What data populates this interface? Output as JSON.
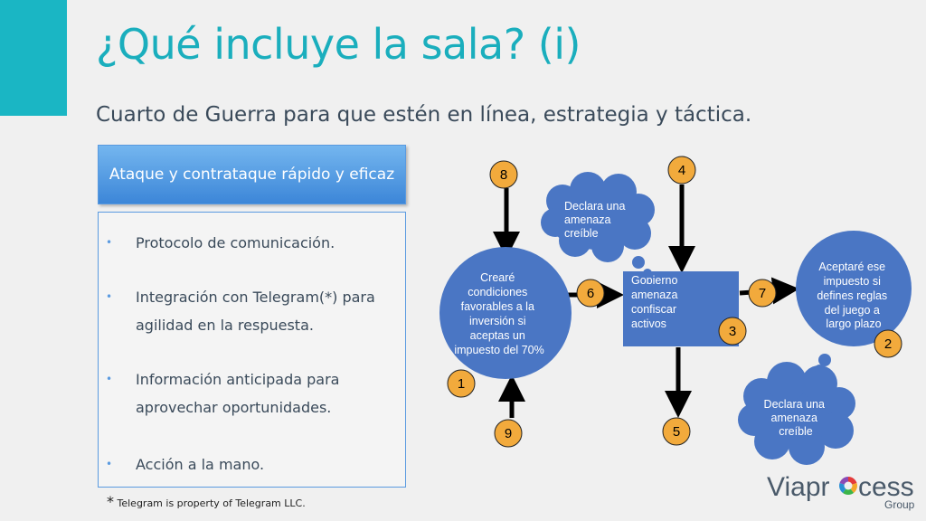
{
  "slide": {
    "title": "¿Qué incluye la sala? (i)",
    "subtitle": "Cuarto de Guerra para que estén en línea, estrategia y táctica.",
    "accent_color": "#1ab6c4",
    "header_box": "Ataque y contrataque rápido y eficaz",
    "bullets": [
      "Protocolo de comunicación.",
      "Integración con Telegram(*) para agilidad en la respuesta.",
      "Información anticipada para aprovechar oportunidades.",
      "Acción a la mano."
    ],
    "footnote_star": "*",
    "footnote": "Telegram is property of Telegram LLC."
  },
  "diagram": {
    "node_color": "#4a76c4",
    "number_badge_color": "#f2aa3c",
    "left_circle_lines": [
      "Crearé",
      "condiciones",
      "favorables a la",
      "inversión si",
      "aceptas un",
      "impuesto del 70%"
    ],
    "center_box_lines": [
      "Gobierno",
      "amenaza",
      "confiscar",
      "activos"
    ],
    "right_circle_lines": [
      "Aceptaré ese",
      "impuesto si",
      "defines reglas",
      "del juego a",
      "largo plazo"
    ],
    "thought_top_lines": [
      "Declara una",
      "amenaza",
      "creíble"
    ],
    "thought_bottom_lines": [
      "Declara una",
      "amenaza",
      "creíble"
    ],
    "numbers": [
      "1",
      "2",
      "3",
      "4",
      "5",
      "6",
      "7",
      "8",
      "9"
    ]
  },
  "logo": {
    "text_pre": "Viapr",
    "text_post": "cess",
    "sub": "Group",
    "colors": [
      "#e43a3a",
      "#f4a62a",
      "#3bb54a",
      "#2a8fd4",
      "#8a4ab5"
    ]
  }
}
